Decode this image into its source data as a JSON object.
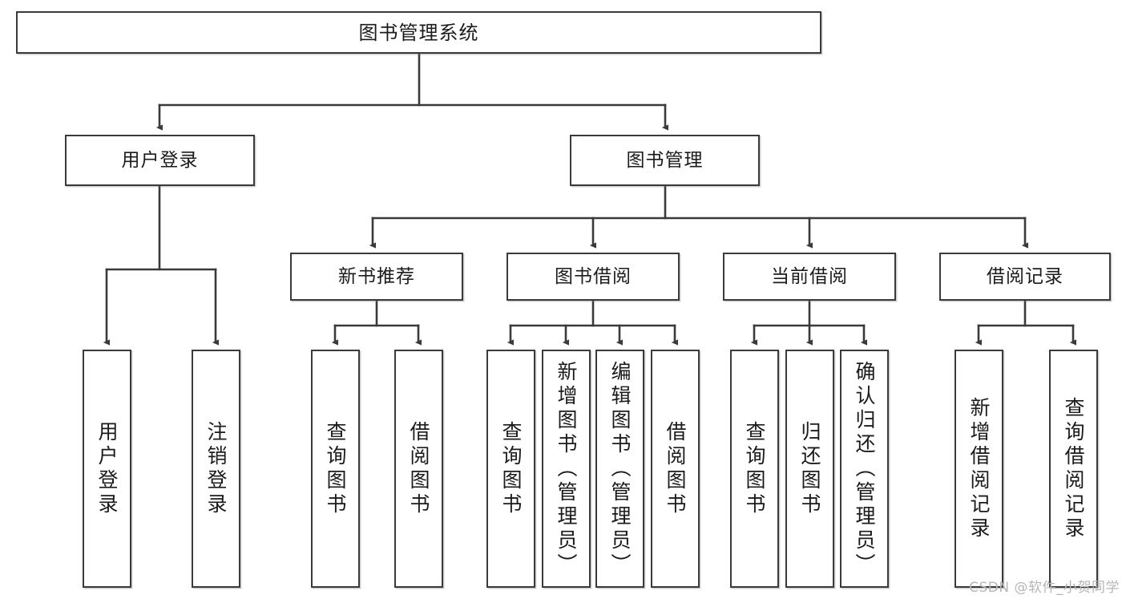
{
  "diagram": {
    "title": "图书管理系统",
    "type": "tree",
    "watermark": "CSDN @软件_小贺同学",
    "colors": {
      "box_border": "#3a3a3a",
      "box_fill": "#ffffff",
      "line": "#3a3a3a",
      "text": "#1b1b1b",
      "watermark": "#b6b6b6"
    },
    "nodes": {
      "root": {
        "label": "图书管理系统"
      },
      "level2": [
        {
          "label": "用户登录"
        },
        {
          "label": "图书管理"
        }
      ],
      "level3": [
        {
          "label": "新书推荐"
        },
        {
          "label": "图书借阅"
        },
        {
          "label": "当前借阅"
        },
        {
          "label": "借阅记录"
        }
      ],
      "leaves": {
        "user_login": [
          {
            "label": "用户登录"
          },
          {
            "label": "注销登录"
          }
        ],
        "new_book": [
          {
            "label": "查询图书"
          },
          {
            "label": "借阅图书"
          }
        ],
        "book_borrow": [
          {
            "label": "查询图书"
          },
          {
            "label": "新增图书（管理员）"
          },
          {
            "label": "编辑图书（管理员）"
          },
          {
            "label": "借阅图书"
          }
        ],
        "current_borrow": [
          {
            "label": "查询图书"
          },
          {
            "label": "归还图书"
          },
          {
            "label": "确认归还（管理员）"
          }
        ],
        "borrow_record": [
          {
            "label": "新增借阅记录"
          },
          {
            "label": "查询借阅记录"
          }
        ]
      }
    }
  }
}
